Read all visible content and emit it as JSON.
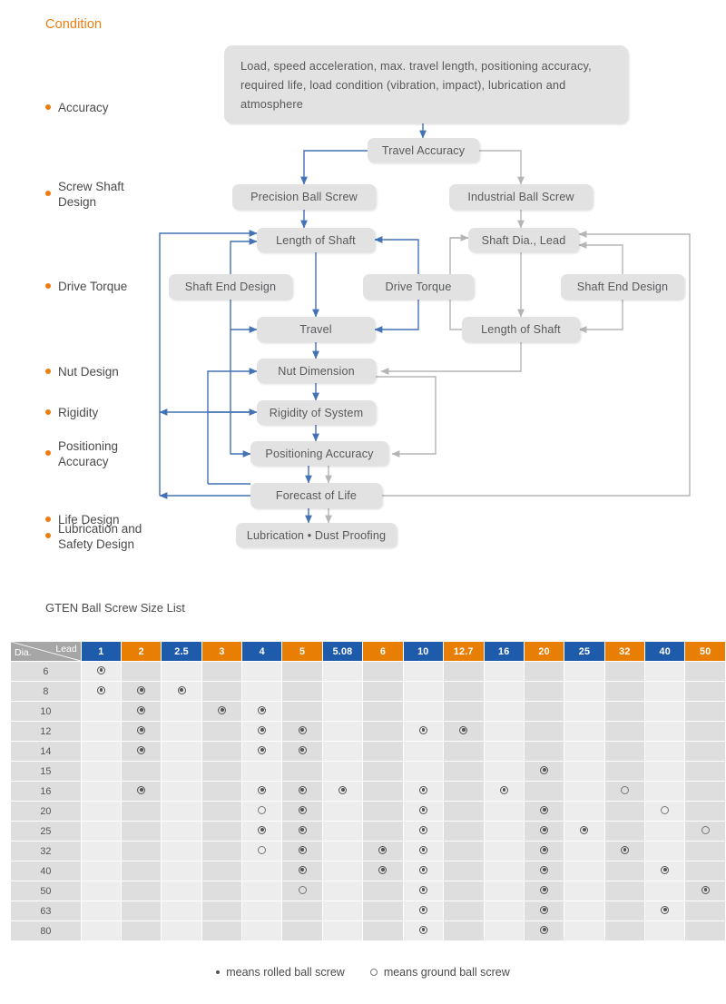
{
  "diagram": {
    "condition_label": "Condition",
    "stages": [
      {
        "label": "Accuracy",
        "lines": 1
      },
      {
        "label": "Screw Shaft\nDesign",
        "lines": 2
      },
      {
        "label": "Drive Torque",
        "lines": 1
      },
      {
        "label": "Nut Design",
        "lines": 1
      },
      {
        "label": "Rigidity",
        "lines": 1
      },
      {
        "label": "Positioning\nAccuracy",
        "lines": 2
      },
      {
        "label": "Life Design",
        "lines": 1
      },
      {
        "label": "Lubrication and\nSafety Design",
        "lines": 2
      }
    ],
    "nodes": [
      {
        "id": "input",
        "text": "Load, speed acceleration, max. travel length, positioning accuracy, required life, load condition (vibration, impact), lubrication and atmosphere"
      },
      {
        "id": "travel-acc",
        "text": "Travel Accuracy"
      },
      {
        "id": "precision-bs",
        "text": "Precision  Ball  Screw"
      },
      {
        "id": "industrial-bs",
        "text": "Industrial  Ball  Screw"
      },
      {
        "id": "len-shaft-l",
        "text": "Length of Shaft"
      },
      {
        "id": "shaft-dia",
        "text": "Shaft  Dia., Lead"
      },
      {
        "id": "shaft-end-l",
        "text": "Shaft End Design"
      },
      {
        "id": "drive-torque",
        "text": "Drive  Torque"
      },
      {
        "id": "shaft-end-r",
        "text": "Shaft  End  Design"
      },
      {
        "id": "travel",
        "text": "Travel"
      },
      {
        "id": "len-shaft-r",
        "text": "Length of Shaft"
      },
      {
        "id": "nut-dim",
        "text": "Nut Dimension"
      },
      {
        "id": "rigidity-sys",
        "text": "Rigidity of  System"
      },
      {
        "id": "pos-acc",
        "text": "Positioning  Accuracy"
      },
      {
        "id": "forecast",
        "text": "Forecast  of  Life"
      },
      {
        "id": "lubrication",
        "text": "Lubrication • Dust Proofing"
      }
    ],
    "colors": {
      "accent_orange": "#ED7D0E",
      "node_fill": "#E2E2E2",
      "arrow_blue": "#4372B5",
      "arrow_gray": "#B5B5B5"
    }
  },
  "table": {
    "title": "GTEN Ball Screw Size List",
    "corner": {
      "lead_label": "Lead",
      "dia_label": "Dia."
    },
    "lead_headers": [
      "1",
      "2",
      "2.5",
      "3",
      "4",
      "5",
      "5.08",
      "6",
      "10",
      "12.7",
      "16",
      "20",
      "25",
      "32",
      "40",
      "50"
    ],
    "lead_header_colors": [
      "blue",
      "orange",
      "blue",
      "orange",
      "blue",
      "orange",
      "blue",
      "orange",
      "blue",
      "orange",
      "blue",
      "orange",
      "blue",
      "orange",
      "blue",
      "orange"
    ],
    "rows": [
      {
        "dia": "6",
        "marks": [
          "rolled",
          "",
          "",
          "",
          "",
          "",
          "",
          "",
          "",
          "",
          "",
          "",
          "",
          "",
          "",
          ""
        ]
      },
      {
        "dia": "8",
        "marks": [
          "rolled",
          "rolled",
          "rolled",
          "",
          "",
          "",
          "",
          "",
          "",
          "",
          "",
          "",
          "",
          "",
          "",
          ""
        ]
      },
      {
        "dia": "10",
        "marks": [
          "",
          "rolled",
          "",
          "rolled",
          "rolled",
          "",
          "",
          "",
          "",
          "",
          "",
          "",
          "",
          "",
          "",
          ""
        ]
      },
      {
        "dia": "12",
        "marks": [
          "",
          "rolled",
          "",
          "",
          "rolled",
          "rolled",
          "",
          "",
          "rolled",
          "rolled",
          "",
          "",
          "",
          "",
          "",
          ""
        ]
      },
      {
        "dia": "14",
        "marks": [
          "",
          "rolled",
          "",
          "",
          "rolled",
          "rolled",
          "",
          "",
          "",
          "",
          "",
          "",
          "",
          "",
          "",
          ""
        ]
      },
      {
        "dia": "15",
        "marks": [
          "",
          "",
          "",
          "",
          "",
          "",
          "",
          "",
          "",
          "",
          "",
          "rolled",
          "",
          "",
          "",
          ""
        ]
      },
      {
        "dia": "16",
        "marks": [
          "",
          "rolled",
          "",
          "",
          "rolled",
          "rolled",
          "rolled",
          "",
          "rolled",
          "",
          "rolled",
          "",
          "",
          "ground",
          "",
          ""
        ]
      },
      {
        "dia": "20",
        "marks": [
          "",
          "",
          "",
          "",
          "ground",
          "rolled",
          "",
          "",
          "rolled",
          "",
          "",
          "rolled",
          "",
          "",
          "ground",
          ""
        ]
      },
      {
        "dia": "25",
        "marks": [
          "",
          "",
          "",
          "",
          "rolled",
          "rolled",
          "",
          "",
          "rolled",
          "",
          "",
          "rolled",
          "rolled",
          "",
          "",
          "ground"
        ]
      },
      {
        "dia": "32",
        "marks": [
          "",
          "",
          "",
          "",
          "ground",
          "rolled",
          "",
          "rolled",
          "rolled",
          "",
          "",
          "rolled",
          "",
          "rolled",
          "",
          ""
        ]
      },
      {
        "dia": "40",
        "marks": [
          "",
          "",
          "",
          "",
          "",
          "rolled",
          "",
          "rolled",
          "rolled",
          "",
          "",
          "rolled",
          "",
          "",
          "rolled",
          ""
        ]
      },
      {
        "dia": "50",
        "marks": [
          "",
          "",
          "",
          "",
          "",
          "ground",
          "",
          "",
          "rolled",
          "",
          "",
          "rolled",
          "",
          "",
          "",
          "rolled"
        ]
      },
      {
        "dia": "63",
        "marks": [
          "",
          "",
          "",
          "",
          "",
          "",
          "",
          "",
          "rolled",
          "",
          "",
          "rolled",
          "",
          "",
          "rolled",
          ""
        ]
      },
      {
        "dia": "80",
        "marks": [
          "",
          "",
          "",
          "",
          "",
          "",
          "",
          "",
          "rolled",
          "",
          "",
          "rolled",
          "",
          "",
          "",
          ""
        ]
      }
    ],
    "colors": {
      "header_blue": "#1F5BAB",
      "header_orange": "#E87E04",
      "corner_gray": "#A6A6A6"
    }
  },
  "legend": {
    "rolled_text": "means rolled ball screw",
    "ground_text": "means ground ball screw"
  }
}
